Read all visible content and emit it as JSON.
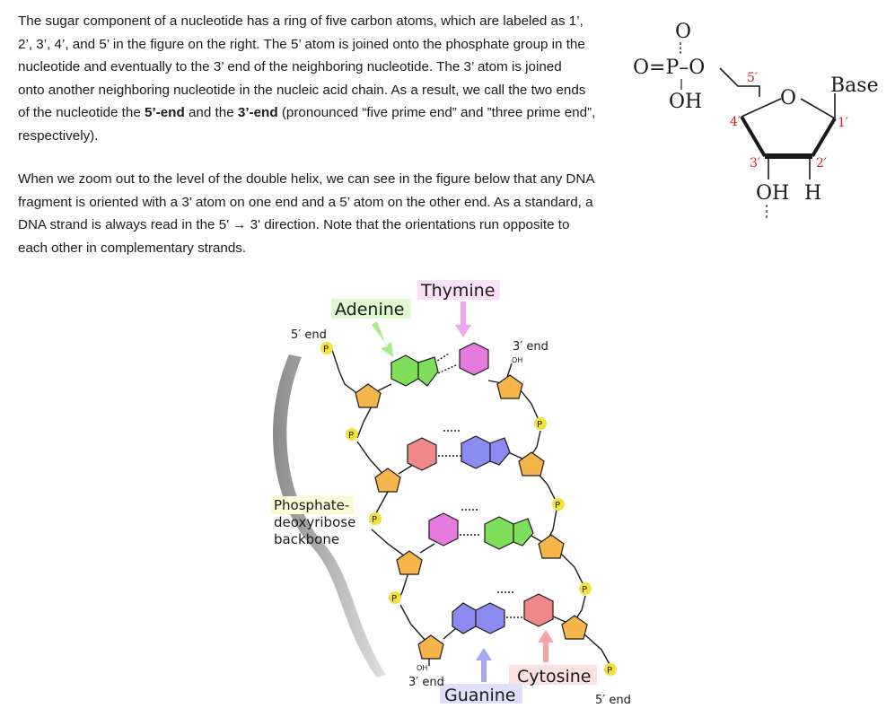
{
  "paragraph1": {
    "l1": "The sugar component of a nucleotide has a ring of five carbon atoms, which are labeled as 1’,",
    "l2": "2’, 3’, 4’, and 5’ in the figure on the right. The 5’ atom is joined onto the phosphate group in the",
    "l3": "nucleotide and eventually to the 3’ end of the neighboring nucleotide. The 3’ atom is joined",
    "l4": "onto another neighboring nucleotide in the nucleic acid chain. As a result, we call the two ends",
    "l5a": "of the nucleotide the ",
    "l5b": "5’-end",
    "l5c": " and the ",
    "l5d": "3’-end",
    "l5e": " (pronounced “five prime end” and ”three prime end”,",
    "l6": "respectively)."
  },
  "paragraph2": {
    "l1": "When we zoom out to the level of the double helix, we can see in the figure below that any DNA",
    "l2": "fragment is oriented with a 3’ atom on one end and a 5’ atom on the other end. As a standard, a",
    "l3": "DNA strand is always read in the 5' → 3' direction. Note that the orientations run opposite to",
    "l4": "each other in complementary strands."
  },
  "sugar_figure": {
    "o_top": "O",
    "phosphate": "O=P–O",
    "oh": "OH",
    "ring_o": "O",
    "base": "Base",
    "c5": "5′",
    "c4": "4′",
    "c3": "3′",
    "c2": "2′",
    "c1": "1′",
    "oh_bottom": "OH",
    "h_bottom": "H"
  },
  "dna_figure": {
    "thymine": "Thymine",
    "adenine": "Adenine",
    "five_end_top": "5′ end",
    "three_end_top": "3′ end",
    "oh_top": "OH",
    "backbone_1": "Phosphate-",
    "backbone_2": "deoxyribose",
    "backbone_3": "backbone",
    "oh_bottom": "OH",
    "three_end_bottom": "3′ end",
    "cytosine": "Cytosine",
    "guanine": "Guanine",
    "five_end_bottom": "5′ end",
    "colors": {
      "adenine": "#7fdf5a",
      "thymine": "#e77ae0",
      "guanine": "#8a8af0",
      "cytosine": "#f08a8a",
      "sugar": "#f5b54a",
      "phosphate": "#f2e23a"
    }
  }
}
